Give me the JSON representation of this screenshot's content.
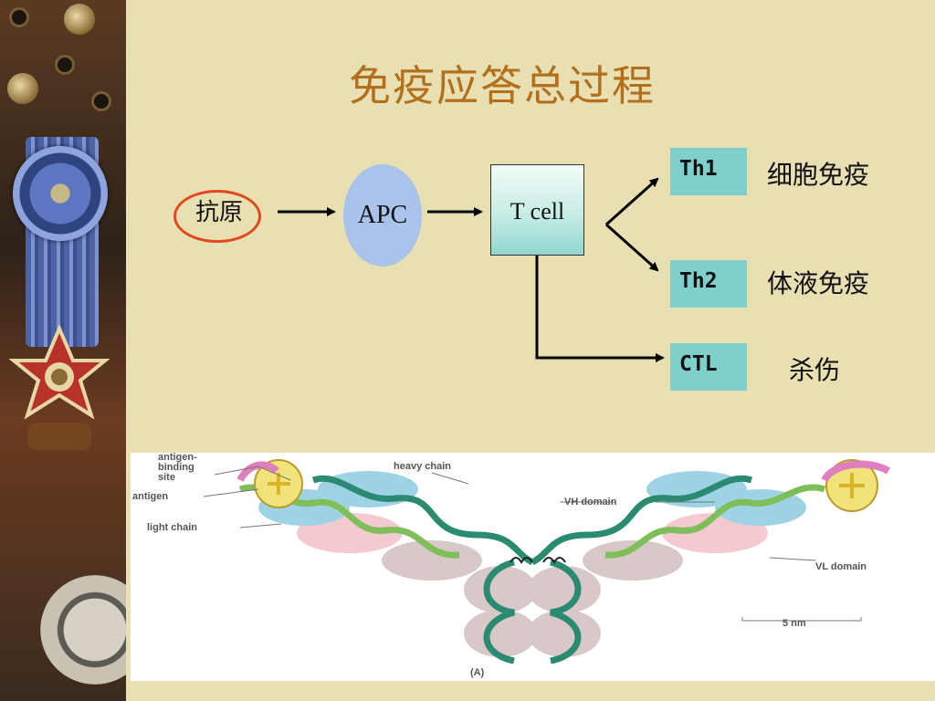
{
  "title": "免疫应答总过程",
  "flow": {
    "antigen": "抗原",
    "apc": "APC",
    "tcell": "T cell",
    "branches": [
      {
        "box": "Th1",
        "outcome": "细胞免疫"
      },
      {
        "box": "Th2",
        "outcome": "体液免疫"
      },
      {
        "box": "CTL",
        "outcome": "杀伤"
      }
    ]
  },
  "figure": {
    "labels": {
      "antigen_binding_site": "antigen-\nbinding\nsite",
      "antigen": "antigen",
      "light_chain": "light chain",
      "heavy_chain": "heavy chain",
      "vh_domain": "VH domain",
      "vl_domain": "VL domain",
      "scale": "5 nm",
      "panel": "(A)"
    }
  },
  "colors": {
    "title": "#b3701c",
    "background": "#e8dfb3",
    "antigen_circle": "#e0491f",
    "apc": "#a9c3ea",
    "tbox": "#7fd0cc"
  }
}
